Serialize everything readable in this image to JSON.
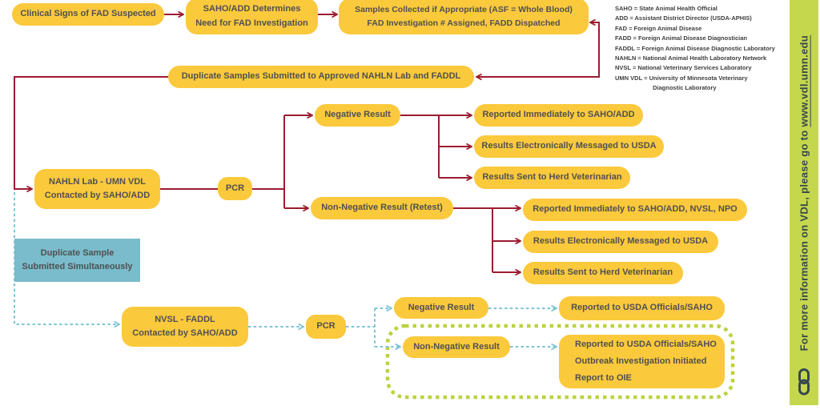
{
  "colors": {
    "node_yellow": "#FBC93C",
    "arrow_maroon": "#9B1C31",
    "arrow_teal_dashed": "#7EC4D6",
    "node_blue": "#7ABCCB",
    "highlight_green": "#BCD23F",
    "sidebar_green": "#C5D74D",
    "node_text": "#4F5052"
  },
  "nodes": {
    "clinical": "Clinical Signs of FAD Suspected",
    "saho_determines": "SAHO/ADD Determines\nNeed for FAD Investigation",
    "samples_collected": "Samples Collected if Appropriate (ASF = Whole Blood)\nFAD Investigation # Assigned, FADD Dispatched",
    "duplicate_submitted": "Duplicate Samples Submitted to Approved NAHLN Lab and FADDL",
    "nahln_lab": "NAHLN Lab - UMN VDL\nContacted by SAHO/ADD",
    "pcr1": "PCR",
    "negative1": "Negative Result",
    "non_negative1": "Non-Negative Result (Retest)",
    "neg_reported": "Reported Immediately to SAHO/ADD",
    "neg_messaged": "Results Electronically Messaged to USDA",
    "neg_sent": "Results Sent to Herd Veterinarian",
    "nonneg_reported": "Reported Immediately to SAHO/ADD, NVSL, NPO",
    "nonneg_messaged": "Results Electronically Messaged to USDA",
    "nonneg_sent": "Results Sent to Herd Veterinarian",
    "duplicate_sample": "Duplicate Sample\nSubmitted Simultaneously",
    "nvsl_faddl": "NVSL - FADDL\nContacted by SAHO/ADD",
    "pcr2": "PCR",
    "negative2": "Negative Result",
    "non_negative2": "Non-Negative Result",
    "reported_usda": "Reported to USDA Officials/SAHO",
    "outbreak": "Reported to USDA Officials/SAHO\nOutbreak Investigation Initiated\nReport to OIE"
  },
  "legend": {
    "lines": [
      "SAHO = State Animal Health Official",
      "ADD = Assistant District Director (USDA-APHIS)",
      "FAD = Foreign Animal Disease",
      "FADD = Foreign Animal Disease Diagnostician",
      "FADDL = Foreign Animal Disease Diagnostic Laboratory",
      "NAHLN = National Animal Health Laboratory Network",
      "NVSL = National Veterinary Services Laboratory",
      "UMN VDL = University of Minnesota Veterinary",
      "Diagnostic Laboratory"
    ]
  },
  "sidebar": {
    "text": "For more information on VDL, please go to ",
    "link": "www.vdl.umn.edu"
  }
}
